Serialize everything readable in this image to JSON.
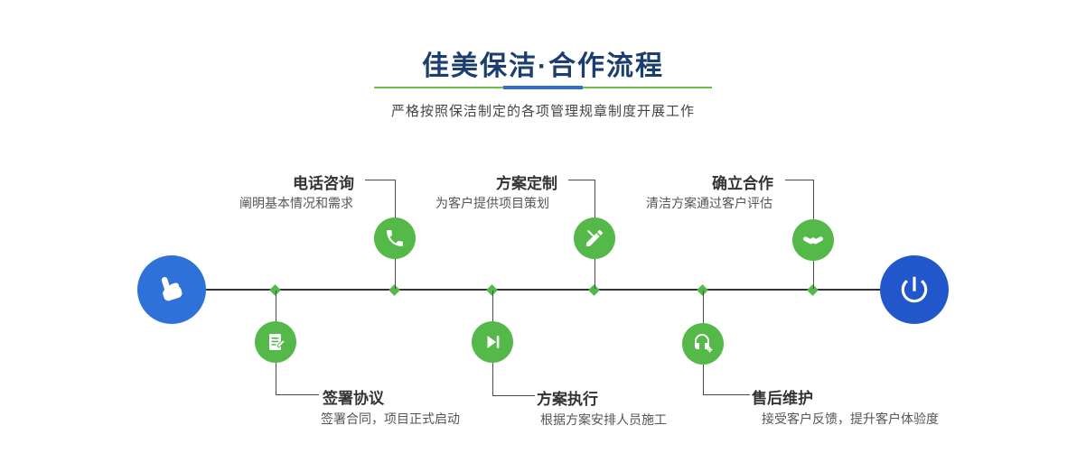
{
  "header": {
    "title": "佳美保洁·合作流程",
    "subtitle": "严格按照保洁制定的各项管理规章制度开展工作"
  },
  "colors": {
    "title_navy": "#1c3e6e",
    "accent_green": "#55b94a",
    "accent_blue_start": "#2e72d9",
    "accent_blue_end": "#2257cc",
    "divider_green": "#6cc04a",
    "divider_blue": "#2e6fd0"
  },
  "timeline": {
    "start_icon": "pointing-hand-icon",
    "end_icon": "power-icon",
    "steps_top": [
      {
        "title": "电话咨询",
        "desc": "阐明基本情况和需求",
        "icon": "phone-icon"
      },
      {
        "title": "方案定制",
        "desc": "为客户提供项目策划",
        "icon": "pencil-icon"
      },
      {
        "title": "确立合作",
        "desc": "清洁方案通过客户评估",
        "icon": "handshake-icon"
      }
    ],
    "steps_bottom": [
      {
        "title": "签署协议",
        "desc": "签署合同，项目正式启动",
        "icon": "document-icon"
      },
      {
        "title": "方案执行",
        "desc": "根据方案安排人员施工",
        "icon": "play-icon"
      },
      {
        "title": "售后维护",
        "desc": "接受客户反馈，提升客户体验度",
        "icon": "headset-icon"
      }
    ]
  }
}
